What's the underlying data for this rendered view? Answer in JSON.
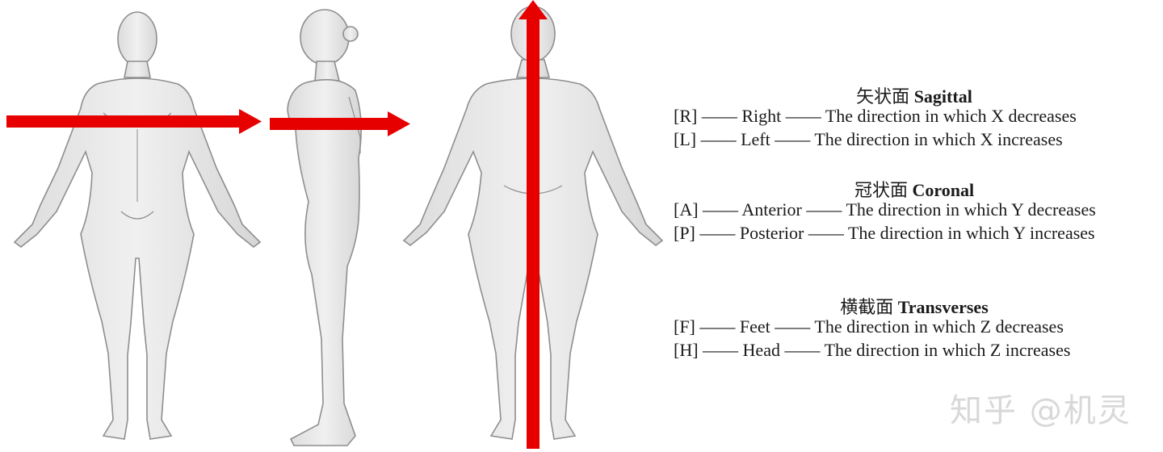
{
  "colors": {
    "arrow": "#e60000",
    "body_fill": "#e9e9e9",
    "body_stroke": "#8e8e8e"
  },
  "sections": [
    {
      "title_cn": "矢状面",
      "title_en": "Sagittal",
      "lines": [
        {
          "code": "[R]",
          "term": "Right",
          "desc": "The direction in which X decreases"
        },
        {
          "code": "[L]",
          "term": "Left",
          "desc": "The direction in which X increases"
        }
      ]
    },
    {
      "title_cn": "冠状面",
      "title_en": "Coronal",
      "lines": [
        {
          "code": "[A]",
          "term": "Anterior",
          "desc": "The direction in which Y decreases"
        },
        {
          "code": "[P]",
          "term": "Posterior",
          "desc": "The direction in which Y increases"
        }
      ]
    },
    {
      "title_cn": "横截面",
      "title_en": "Transverses",
      "lines": [
        {
          "code": "[F]",
          "term": "Feet",
          "desc": "The direction in which Z decreases"
        },
        {
          "code": "[H]",
          "term": "Head",
          "desc": "The direction in which Z increases"
        }
      ]
    }
  ],
  "dash": "——",
  "watermark": "知乎 @机灵"
}
